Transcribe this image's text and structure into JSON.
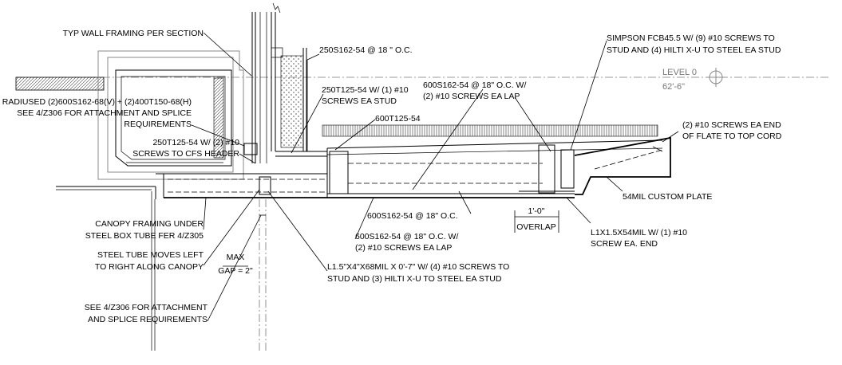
{
  "level": {
    "name": "LEVEL 0",
    "elevation": "62'-6\""
  },
  "notes": {
    "wall_framing": "TYP WALL FRAMING PER SECTION",
    "stud_250s162": "250S162-54 @ 18 \" O.C.",
    "radiused_1": "RADIUSED (2)600S162-68(V) + (2)400T150-68(H)",
    "radiused_2": "SEE 4/Z306 FOR ATTACHMENT AND SPLICE",
    "radiused_3": "REQUIREMENTS",
    "track_250t_1": "250T125-54 W/ (1) #10",
    "track_250t_2": "SCREWS EA STUD",
    "stud_600s_lap_1": "600S162-54 @ 18\" O.C. W/",
    "stud_600s_lap_2": "(2) #10 SCREWS EA LAP",
    "simpson_1": "SIMPSON FCB45.5 W/ (9) #10 SCREWS TO",
    "simpson_2": "STUD AND (4) HILTI X-U TO STEEL EA STUD",
    "track_600t": "600T125-54",
    "header_1": "250T125-54 W/ (2) #10",
    "header_2": "SCREWS TO CFS HEADER",
    "flate_1": "(2) #10 SCREWS EA END",
    "flate_2": "OF FLATE TO TOP CORD",
    "custom_plate": "54MIL CUSTOM PLATE",
    "canopy_1": "CANOPY FRAMING UNDER",
    "canopy_2": "STEEL BOX TUBE FER 4/Z305",
    "stud_600s_oc": "600S162-54 @ 18\" O.C.",
    "overlap_dim": "1'-0\"",
    "overlap_label": "OVERLAP",
    "angle_1": "L1X1.5X54MIL W/ (1) #10",
    "angle_2": "SCREW EA. END",
    "steel_tube_1": "STEEL TUBE MOVES LEFT",
    "steel_tube_2": "TO RIGHT ALONG CANOPY",
    "gap_1": "MAX",
    "gap_2": "GAP = 2\"",
    "lap_bottom_1": "600S162-54 @ 18\" O.C. W/",
    "lap_bottom_2": "(2) #10 SCREWS EA LAP",
    "clip_1": "L1.5\"X4\"X68MIL X 0'-7\" W/ (4) #10 SCREWS TO",
    "clip_2": "STUD AND (3) HILTI X-U TO STEEL EA STUD",
    "splice_1": "SEE 4/Z306 FOR ATTACHMENT",
    "splice_2": "AND SPLICE REQUIREMENTS"
  }
}
